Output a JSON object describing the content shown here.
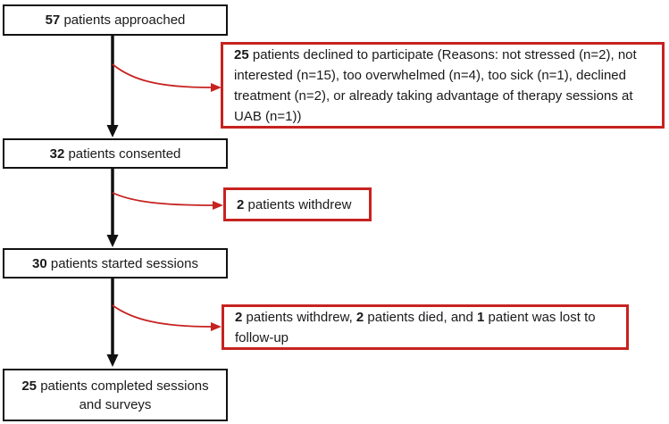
{
  "diagram": {
    "type": "patient-flow-consort-diagram",
    "colors": {
      "branch_red": "#c62320",
      "flow_black": "#111111",
      "text": "#1a1a1a"
    },
    "main_boxes": [
      {
        "id": "approached",
        "segments": [
          {
            "t": "57",
            "b": true
          },
          {
            "t": " patients approached",
            "b": false
          }
        ]
      },
      {
        "id": "consented",
        "segments": [
          {
            "t": "32",
            "b": true
          },
          {
            "t": " patients consented",
            "b": false
          }
        ]
      },
      {
        "id": "started-sessions",
        "segments": [
          {
            "t": "30",
            "b": true
          },
          {
            "t": " patients started sessions",
            "b": false
          }
        ]
      },
      {
        "id": "completed",
        "segments": [
          {
            "t": "25",
            "b": true
          },
          {
            "t": " patients completed sessions and surveys",
            "b": false
          }
        ]
      }
    ],
    "side_boxes": [
      {
        "id": "declined",
        "segments": [
          {
            "t": "25",
            "b": true
          },
          {
            "t": " patients declined to participate (Reasons: not stressed (n=2), not interested (n=15), too overwhelmed (n=4), too sick (n=1), declined treatment (n=2), or already taking advantage of therapy sessions at UAB (n=1))",
            "b": false
          }
        ]
      },
      {
        "id": "withdrew",
        "segments": [
          {
            "t": "2",
            "b": true
          },
          {
            "t": " patients withdrew",
            "b": false
          }
        ]
      },
      {
        "id": "withdrew-died-lost",
        "segments": [
          {
            "t": "2",
            "b": true
          },
          {
            "t": " patients withdrew, ",
            "b": false
          },
          {
            "t": "2",
            "b": true
          },
          {
            "t": " patients died, and ",
            "b": false
          },
          {
            "t": "1",
            "b": true
          },
          {
            "t": " patient was lost to follow-up",
            "b": false
          }
        ]
      }
    ]
  }
}
